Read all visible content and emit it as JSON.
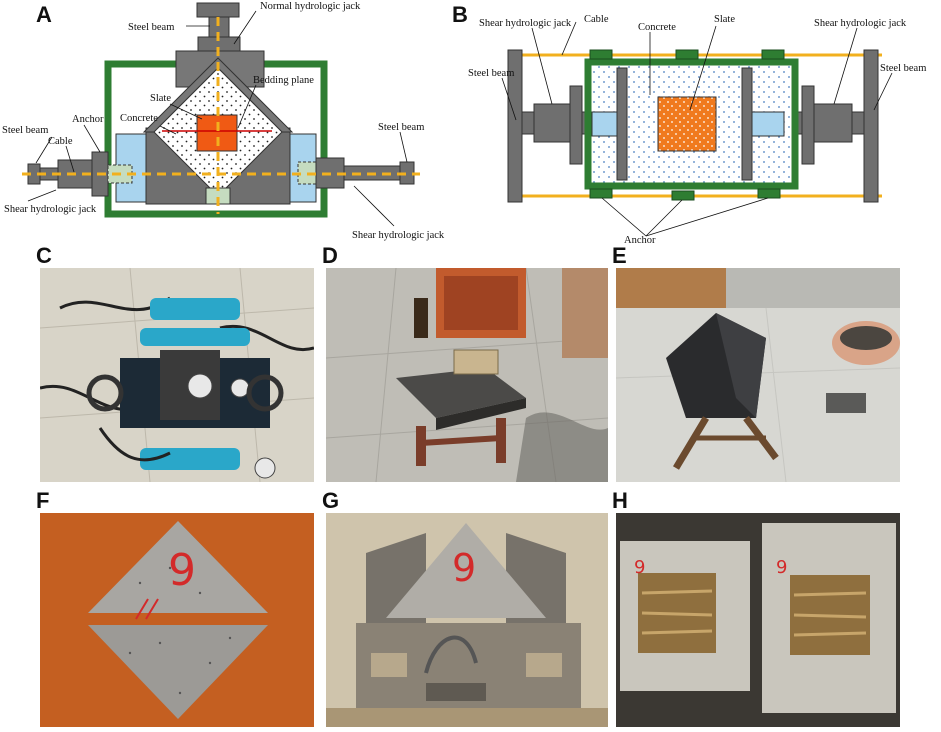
{
  "panels": {
    "A": {
      "letter": "A",
      "labels": {
        "steel_beam_top": "Steel beam",
        "normal_jack": "Normal hydrologic jack",
        "slate": "Slate",
        "bedding_plane": "Bedding plane",
        "concrete": "Concrete",
        "steel_beam_left": "Steel beam",
        "anchor": "Anchor",
        "cable": "Cable",
        "steel_beam_right": "Steel beam",
        "shear_jack_left": "Shear hydrologic jack",
        "shear_jack_right": "Shear hydrologic jack"
      }
    },
    "B": {
      "letter": "B",
      "labels": {
        "shear_jack_left": "Shear hydrologic jack",
        "cable": "Cable",
        "concrete": "Concrete",
        "slate": "Slate",
        "shear_jack_right": "Shear hydrologic jack",
        "steel_beam_left": "Steel beam",
        "steel_beam_right": "Steel beam",
        "anchor": "Anchor"
      }
    },
    "C": {
      "letter": "C",
      "photo_marks": {
        "specimen_label": ""
      }
    },
    "D": {
      "letter": "D"
    },
    "E": {
      "letter": "E"
    },
    "F": {
      "letter": "F",
      "marks": {
        "specimen_number": "9"
      }
    },
    "G": {
      "letter": "G",
      "marks": {
        "specimen_number": "9"
      }
    },
    "H": {
      "letter": "H",
      "marks": {
        "left_number": "9",
        "right_number": "9"
      }
    }
  },
  "colors": {
    "steel_gray": "#6f6f6f",
    "green_frame": "#2e7d32",
    "orange_slate": "#f05a14",
    "light_blue": "#a9d4ee",
    "yellow_cable": "#f2b01e"
  }
}
